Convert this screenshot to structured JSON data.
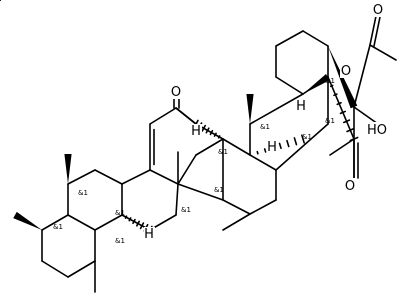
{
  "molecule": {
    "atom_labels": {
      "ketone_o": "O",
      "ester_o": "O",
      "carbonyl_o": "O",
      "acid_o": "O",
      "acid_oh": "HO",
      "h_c9": "H",
      "h_c5": "H",
      "h_c18": "H",
      "h_c3": "H"
    },
    "stereo_tag": "&1"
  }
}
